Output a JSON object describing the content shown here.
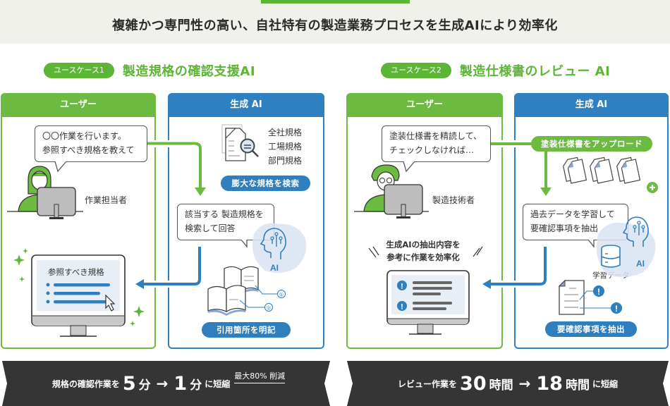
{
  "header": {
    "title": "複雑かつ専門性の高い、自社特有の製造業務プロセスを生成AIにより効率化",
    "accent_color": "#5db536"
  },
  "usecases": [
    {
      "pill": "ユースケース1",
      "title": "製造規格の確認支援AI",
      "user_panel": {
        "heading": "ユーザー",
        "bubble_line1": "〇〇作業を行います。",
        "bubble_line2": "参照すべき規格を教えて",
        "person_label": "作業担当者",
        "screen_title": "参照すべき規格"
      },
      "ai_panel": {
        "heading": "生成 AI",
        "doc_types": [
          "全社規格",
          "工場規格",
          "部門規格"
        ],
        "search_pill": "膨大な規格を検索",
        "bubble_line1": "該当する 製造規格を",
        "bubble_line2": "検索して回答",
        "ai_badge": "AI",
        "callouts": [
          "①",
          "②"
        ],
        "result_pill": "引用箇所を明記"
      },
      "banner": {
        "prefix": "規格の確認作業を",
        "from_value": "5",
        "from_unit": "分",
        "arrow": "→",
        "to_value": "1",
        "to_unit": "分",
        "suffix": "に短縮",
        "note": "最大80% 削減"
      }
    },
    {
      "pill": "ユースケース2",
      "title": "製造仕様書のレビュー AI",
      "user_panel": {
        "heading": "ユーザー",
        "bubble_line1": "塗装仕様書を精読して、",
        "bubble_line2": "チェックしなければ…",
        "person_label": "製造技術者",
        "effect_line1": "生成AIの抽出内容を",
        "effect_line2": "参考に作業を効率化"
      },
      "ai_panel": {
        "heading": "生成 AI",
        "upload_pill": "塗装仕様書をアップロード",
        "bubble_line1": "過去データを学習して",
        "bubble_line2": "要確認事項を抽出",
        "ai_badge": "AI",
        "db_label": "学習データ",
        "result_pill": "要確認事項を抽出"
      },
      "banner": {
        "prefix": "レビュー作業を",
        "from_value": "30",
        "from_unit": "時間",
        "arrow": "→",
        "to_value": "18",
        "to_unit": "時間",
        "suffix": "に短縮"
      }
    }
  ],
  "colors": {
    "green": "#6cba3f",
    "blue": "#2f80c0",
    "banner": "#353535",
    "background": "#f1f1ec"
  }
}
